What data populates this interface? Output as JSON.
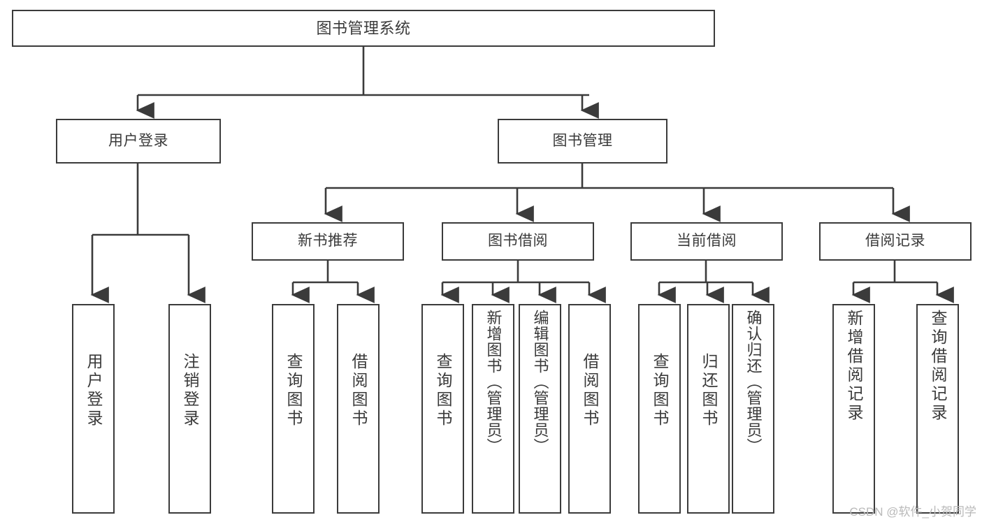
{
  "diagram": {
    "title": "图书管理系统",
    "type": "tree",
    "root": {
      "label": "图书管理系统"
    },
    "level2": [
      {
        "label": "用户登录"
      },
      {
        "label": "图书管理"
      }
    ],
    "level3": [
      {
        "label": "新书推荐"
      },
      {
        "label": "图书借阅"
      },
      {
        "label": "当前借阅"
      },
      {
        "label": "借阅记录"
      }
    ],
    "leaves": {
      "user_login": [
        {
          "label": "用户登录"
        },
        {
          "label": "注销登录"
        }
      ],
      "new_book_recommend": [
        {
          "label": "查询图书"
        },
        {
          "label": "借阅图书"
        }
      ],
      "book_borrow": [
        {
          "label": "查询图书"
        },
        {
          "label": "新增图书（管理员）"
        },
        {
          "label": "编辑图书（管理员）"
        },
        {
          "label": "借阅图书"
        }
      ],
      "current_borrow": [
        {
          "label": "查询图书"
        },
        {
          "label": "归还图书"
        },
        {
          "label": "确认归还（管理员）"
        }
      ],
      "borrow_record": [
        {
          "label": "新增借阅记录"
        },
        {
          "label": "查询借阅记录"
        }
      ]
    }
  },
  "watermark": {
    "text": "CSDN @软件_小贺同学"
  },
  "colors": {
    "stroke": "#3b3b3b",
    "text": "#3a3a3a",
    "background": "#ffffff",
    "watermark": "#b9b9b9"
  }
}
